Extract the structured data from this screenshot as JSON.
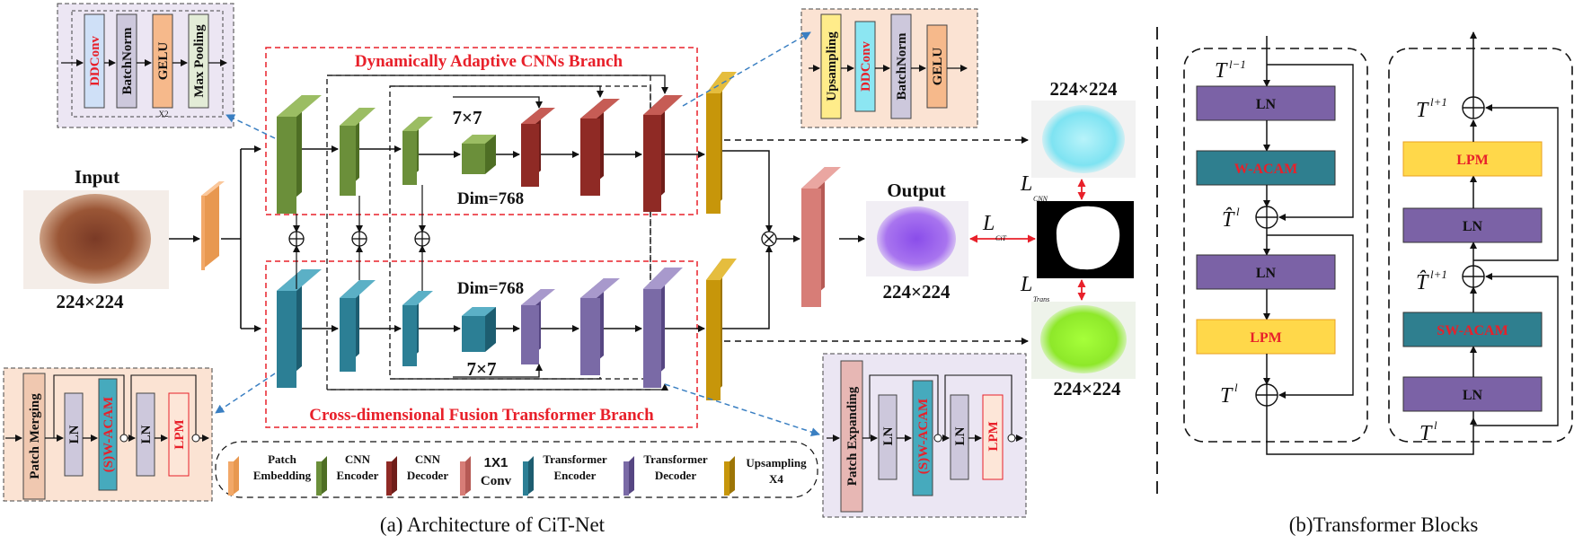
{
  "figure": {
    "caption_a": "(a) Architecture of CiT-Net",
    "caption_b": "(b)Transformer Blocks"
  },
  "architecture": {
    "input_label": "Input",
    "input_size": "224×224",
    "output_label": "Output",
    "output_size": "224×224",
    "cnn_branch_title": "Dynamically Adaptive CNNs Branch",
    "transformer_branch_title": "Cross-dimensional Fusion Transformer Branch",
    "cnn_bottleneck_size": "7×7",
    "cnn_bottleneck_dim": "Dim=768",
    "trans_bottleneck_dim": "Dim=768",
    "trans_bottleneck_size": "7×7",
    "pred_top_size": "224×224",
    "pred_bottom_size": "224×224",
    "loss_cnn_symbol": "L",
    "loss_cnn_sub": "CNN",
    "loss_cit_symbol": "L",
    "loss_cit_sub": "CiT",
    "loss_trans_symbol": "L",
    "loss_trans_sub": "Trans"
  },
  "inset_encoder": {
    "blocks": [
      "DDConv",
      "BatchNorm",
      "GELU",
      "Max Pooling"
    ],
    "repeat": "X2"
  },
  "inset_decoder": {
    "blocks": [
      "Upsampling",
      "DDConv",
      "BatchNorm",
      "GELU"
    ]
  },
  "inset_trans_encoder": {
    "blocks": [
      "Patch Merging",
      "LN",
      "(S)W-ACAM",
      "LN",
      "LPM"
    ]
  },
  "inset_trans_decoder": {
    "blocks": [
      "Patch Expanding",
      "LN",
      "(S)W-ACAM",
      "LN",
      "LPM"
    ]
  },
  "legend": {
    "items": [
      {
        "label_1": "Patch",
        "label_2": "Embedding",
        "color": "#f2a868"
      },
      {
        "label_1": "CNN",
        "label_2": "Encoder",
        "color": "#6b8f3a"
      },
      {
        "label_1": "CNN",
        "label_2": "Decoder",
        "color": "#8f2a25"
      },
      {
        "label_1": "1X1",
        "label_2": "Conv",
        "color": "#d77d77"
      },
      {
        "label_1": "Transformer",
        "label_2": "Encoder",
        "color": "#2c7f95"
      },
      {
        "label_1": "Transformer",
        "label_2": "Decoder",
        "color": "#7a6aa6"
      },
      {
        "label_1": "Upsampling",
        "label_2": "X4",
        "color": "#c7960a"
      }
    ]
  },
  "transformer_blocks": {
    "left": {
      "t_in": "T",
      "t_in_sup": "l−1",
      "ln1": "LN",
      "attn": "W-ACAM",
      "t_hat": "T̂",
      "t_hat_sup": "l",
      "ln2": "LN",
      "lpm": "LPM",
      "t_out": "T",
      "t_out_sup": "l"
    },
    "right": {
      "t_out": "T",
      "t_out_sup": "l+1",
      "lpm": "LPM",
      "ln2": "LN",
      "t_hat": "T̂",
      "t_hat_sup": "l+1",
      "attn": "SW-ACAM",
      "ln1": "LN",
      "t_in": "T",
      "t_in_sup": "l"
    }
  },
  "colors": {
    "cnn_encoder": "#6b8f3a",
    "cnn_decoder": "#8f2a25",
    "trans_encoder": "#2c7f95",
    "trans_decoder": "#7a6aa6",
    "upsample": "#c7960a",
    "patch_embed": "#f2a868",
    "conv1x1": "#d77d77",
    "ln_block": "#7b62a6",
    "acam_block": "#2f7f8f",
    "lpm_block": "#ffd84a",
    "red_text": "#e8202a"
  }
}
